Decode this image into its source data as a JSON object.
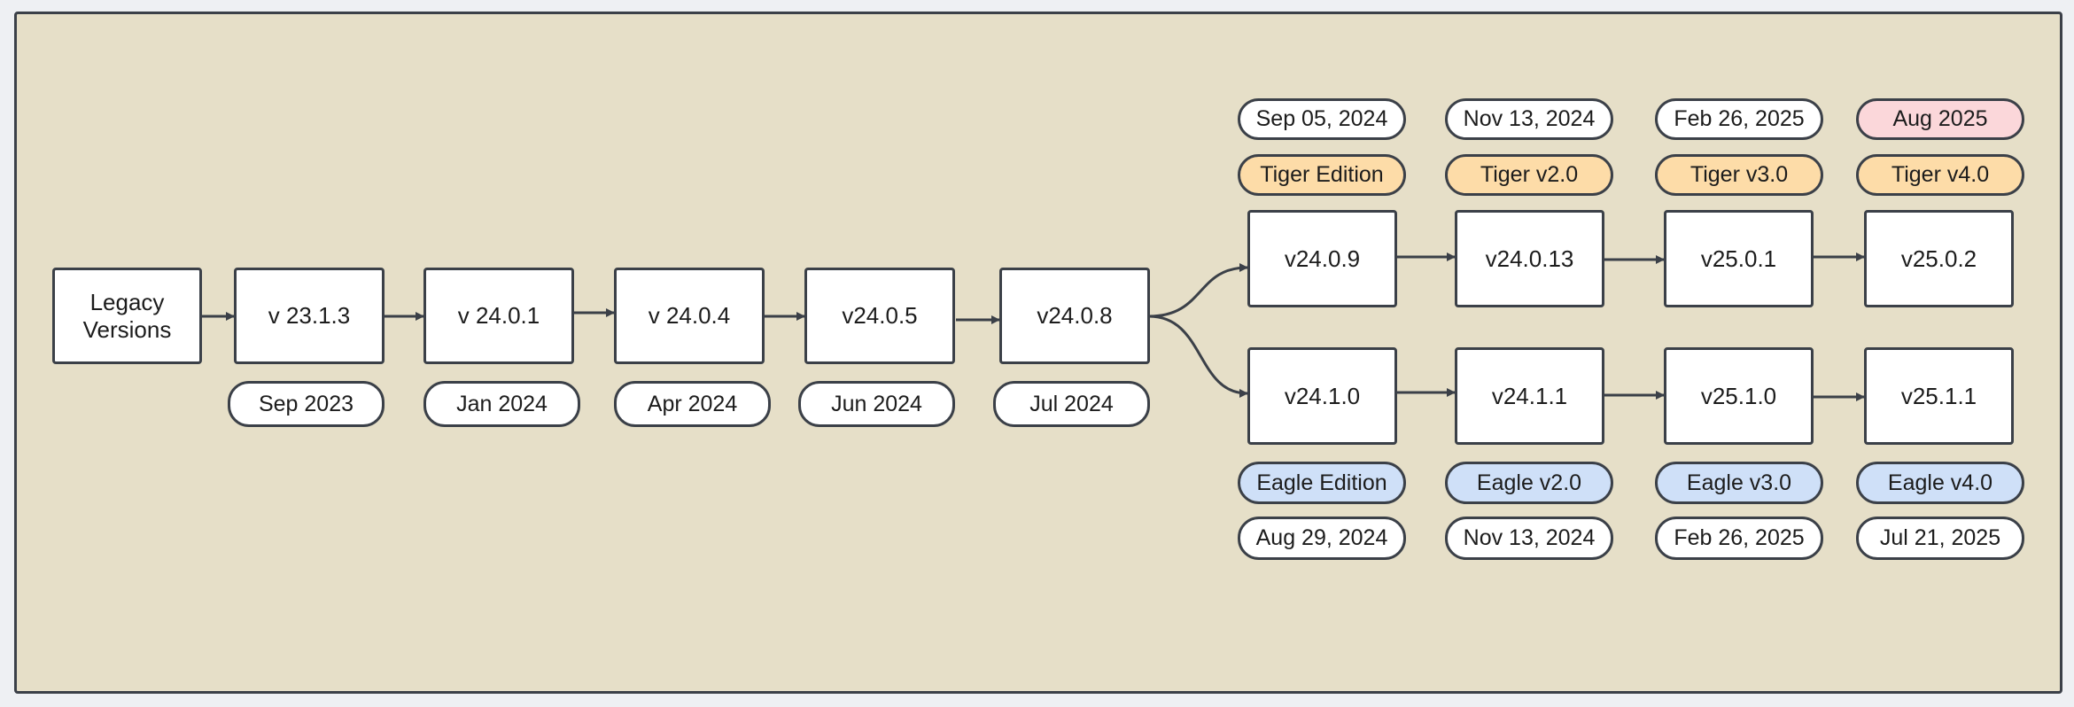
{
  "legacy": {
    "label": "Legacy\nVersions"
  },
  "main_line": [
    {
      "version": "v 23.1.3",
      "date": "Sep 2023"
    },
    {
      "version": "v 24.0.1",
      "date": "Jan 2024"
    },
    {
      "version": "v 24.0.4",
      "date": "Apr 2024"
    },
    {
      "version": "v24.0.5",
      "date": "Jun 2024"
    },
    {
      "version": "v24.0.8",
      "date": "Jul 2024"
    }
  ],
  "tiger_line": [
    {
      "version": "v24.0.9",
      "edition": "Tiger Edition",
      "date": "Sep 05, 2024"
    },
    {
      "version": "v24.0.13",
      "edition": "Tiger v2.0",
      "date": "Nov 13, 2024"
    },
    {
      "version": "v25.0.1",
      "edition": "Tiger v3.0",
      "date": "Feb 26, 2025"
    },
    {
      "version": "v25.0.2",
      "edition": "Tiger v4.0",
      "date": "Aug 2025"
    }
  ],
  "eagle_line": [
    {
      "version": "v24.1.0",
      "edition": "Eagle Edition",
      "date": "Aug 29, 2024"
    },
    {
      "version": "v24.1.1",
      "edition": "Eagle v2.0",
      "date": "Nov 13, 2024"
    },
    {
      "version": "v25.1.0",
      "edition": "Eagle v3.0",
      "date": "Feb 26, 2025"
    },
    {
      "version": "v25.1.1",
      "edition": "Eagle v4.0",
      "date": "Jul 21, 2025"
    }
  ],
  "colors": {
    "background": "#e6dfc8",
    "stroke": "#3b4048",
    "tiger": "#fddca8",
    "eagle": "#cfe0f8",
    "upcoming": "#fbd7da"
  }
}
